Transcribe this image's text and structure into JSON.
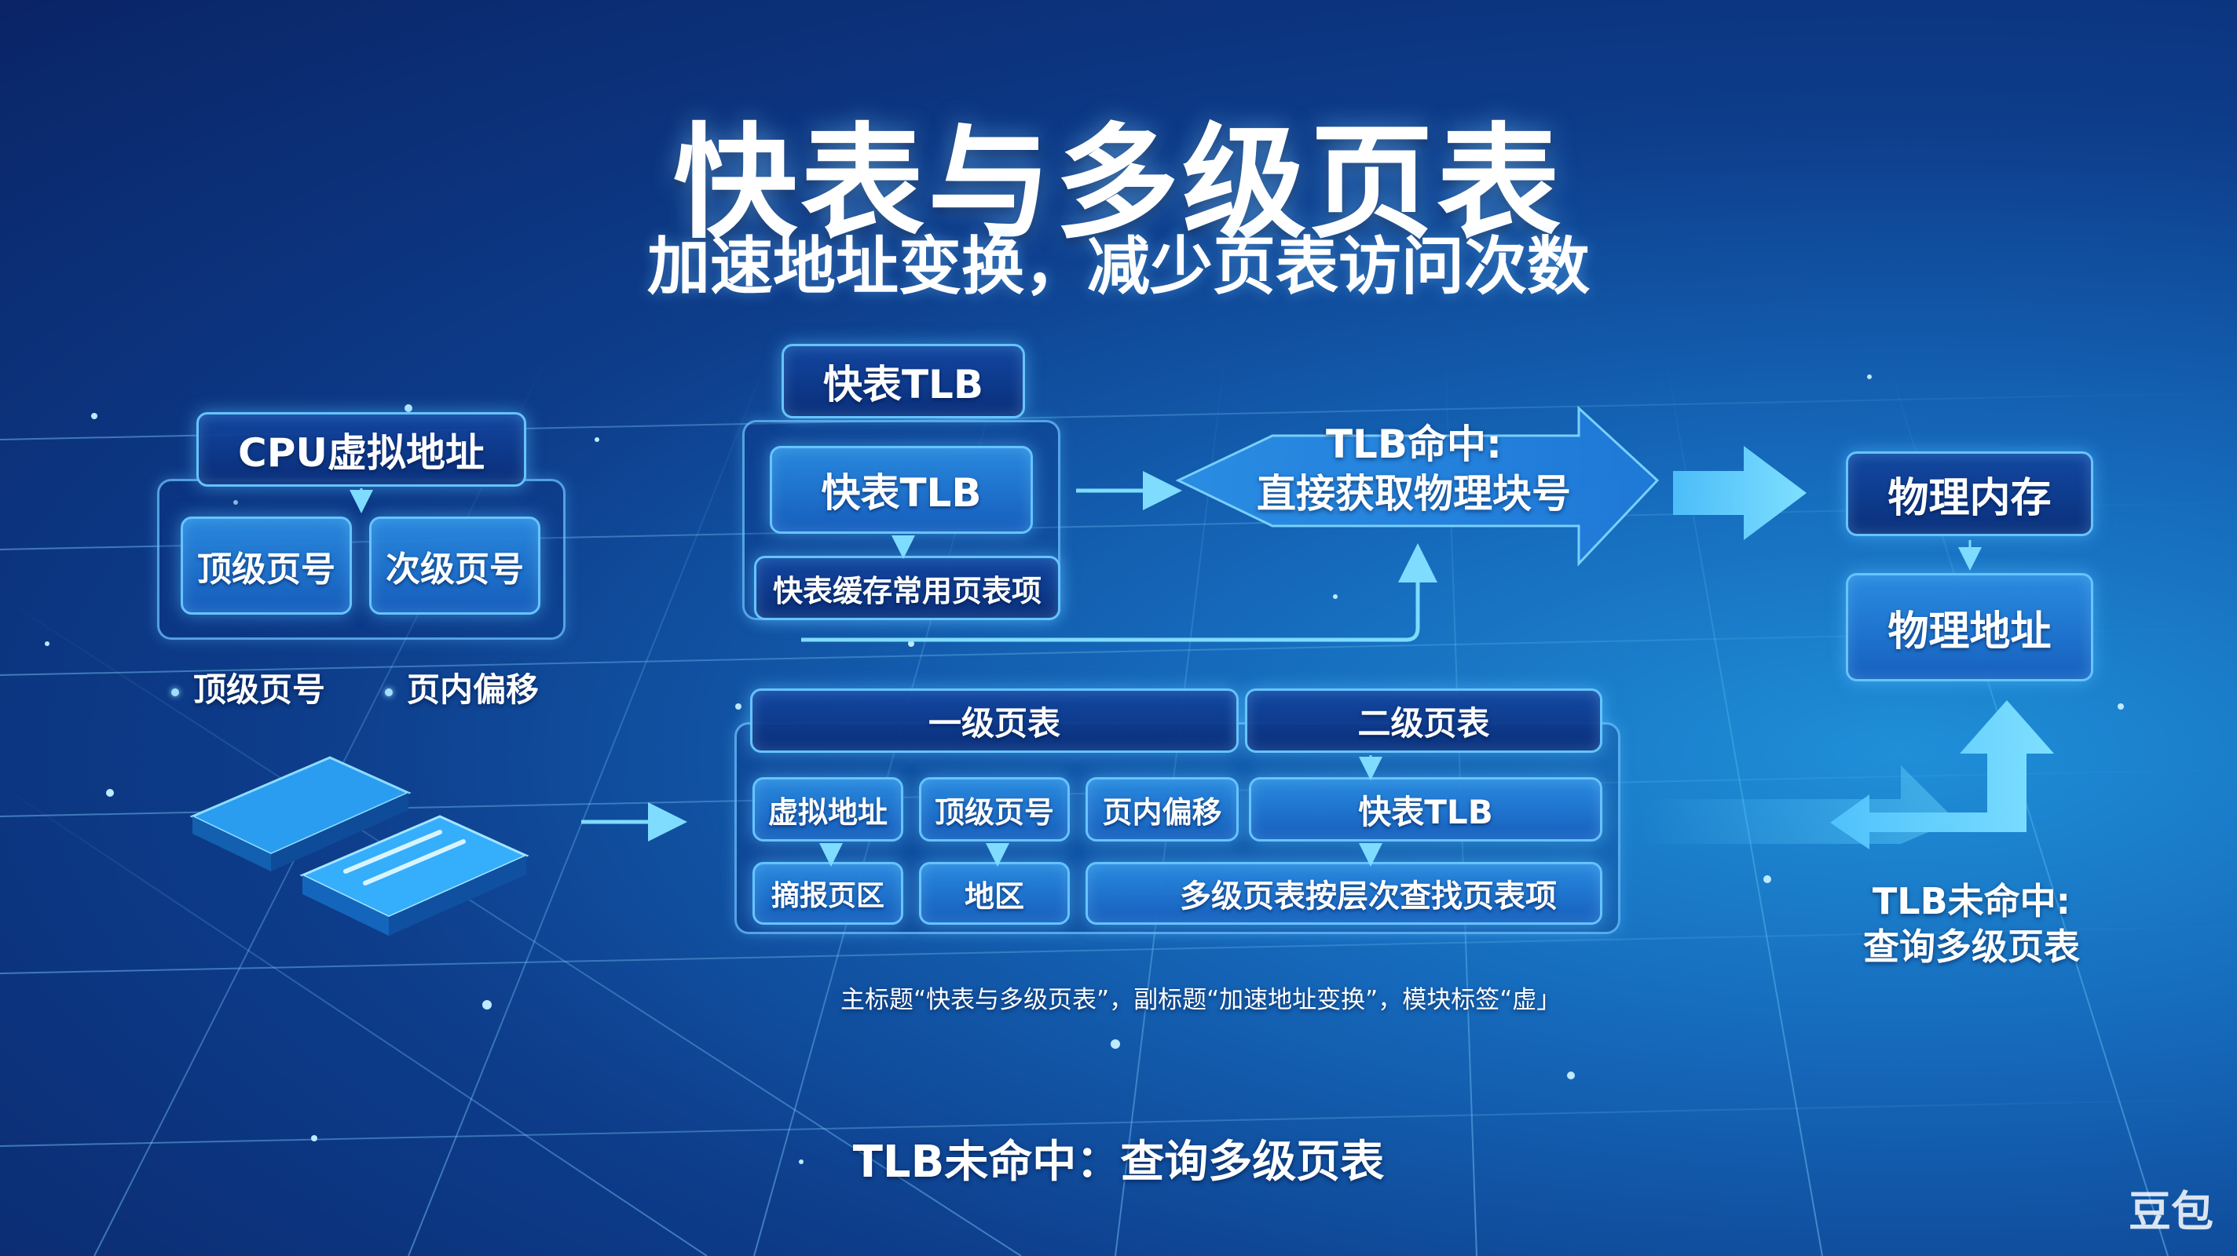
{
  "title": "快表与多级页表",
  "subtitle": "加速地址变换，减少页表访问次数",
  "cpu": {
    "header": "CPU虚拟地址",
    "fields": [
      "顶级页号",
      "次级页号"
    ],
    "bullets": [
      "顶级页号",
      "页内偏移"
    ]
  },
  "tlb": {
    "header": "快表TLB",
    "inner": "快表TLB",
    "note": "快表缓存常用页表项"
  },
  "hit": {
    "line1": "TLB命中:",
    "line2": "直接获取物理块号"
  },
  "physical": {
    "memory": "物理内存",
    "address": "物理地址"
  },
  "page_tables": {
    "level1": "一级页表",
    "level2": "二级页表",
    "row1": [
      "虚拟地址",
      "顶级页号",
      "页内偏移",
      "快表TLB"
    ],
    "row2": [
      "摘报页区",
      "地区",
      "多级页表按层次查找页表项"
    ]
  },
  "miss": {
    "line1": "TLB未命中:",
    "line2": "查询多级页表"
  },
  "caption": "主标题“快表与多级页表”，副标题“加速地址变换”，模块标签“虚」",
  "footer": "TLB未命中：查询多级页表",
  "watermark": "豆包",
  "colors": {
    "background_dark": "#0a2466",
    "background_light": "#1f8fd8",
    "box_fill": "#2a8ce1",
    "box_border": "#66c4ff",
    "arrow": "#5fd0ff"
  }
}
